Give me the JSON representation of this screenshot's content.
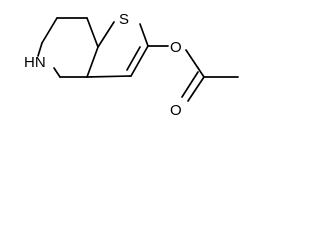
{
  "molecule": {
    "atoms": {
      "sulfur": "S",
      "nitrogen_hydrogen": "HN",
      "ester_oxygen": "O",
      "carbonyl_oxygen": "O"
    }
  }
}
